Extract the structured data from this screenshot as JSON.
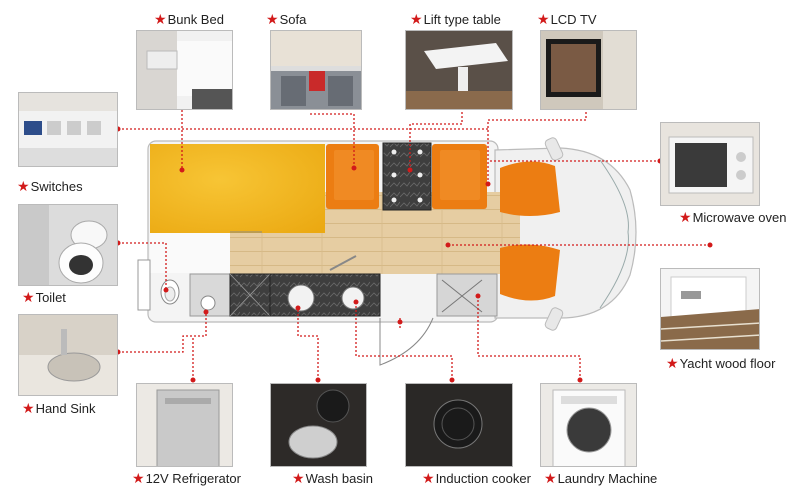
{
  "labels": {
    "bunk_bed": "Bunk Bed",
    "sofa": "Sofa",
    "lift_table": "Lift type table",
    "lcd_tv": "LCD TV",
    "switches": "Switches",
    "microwave": "Microwave oven",
    "toilet": "Toilet",
    "yacht_floor": "Yacht wood floor",
    "hand_sink": "Hand Sink",
    "refrigerator": "12V Refrigerator",
    "wash_basin": "Wash basin",
    "induction": "Induction cooker",
    "laundry": "Laundry Machine"
  },
  "marker": "★",
  "colors": {
    "marker": "#d21a1a",
    "bed": "#f2b21a",
    "seat": "#ec7d12",
    "floor": "#e4c89c",
    "counter": "#4a4a4a",
    "van_body": "#f3f3f3"
  }
}
